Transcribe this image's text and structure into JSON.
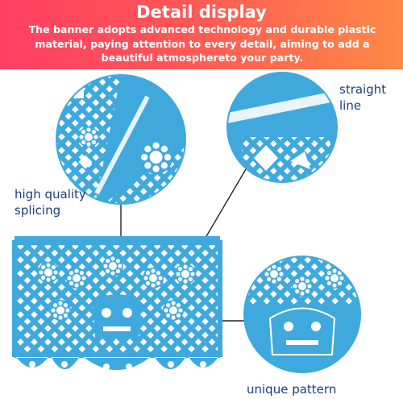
{
  "header": {
    "title": "Detail display",
    "description": "The banner adopts advanced technology and durable plastic material, paying attention to every detail, aiming to add a beautiful atmosphereto your party."
  },
  "callouts": {
    "straight_line": "straight line",
    "high_quality_splicing": "high quality splicing",
    "unique_pattern": "unique pattern"
  },
  "colors": {
    "header_start": "#ff3f63",
    "header_end": "#ff8a45",
    "banner_blue": "#3fa9dd",
    "label_text": "#1b3d7a"
  }
}
